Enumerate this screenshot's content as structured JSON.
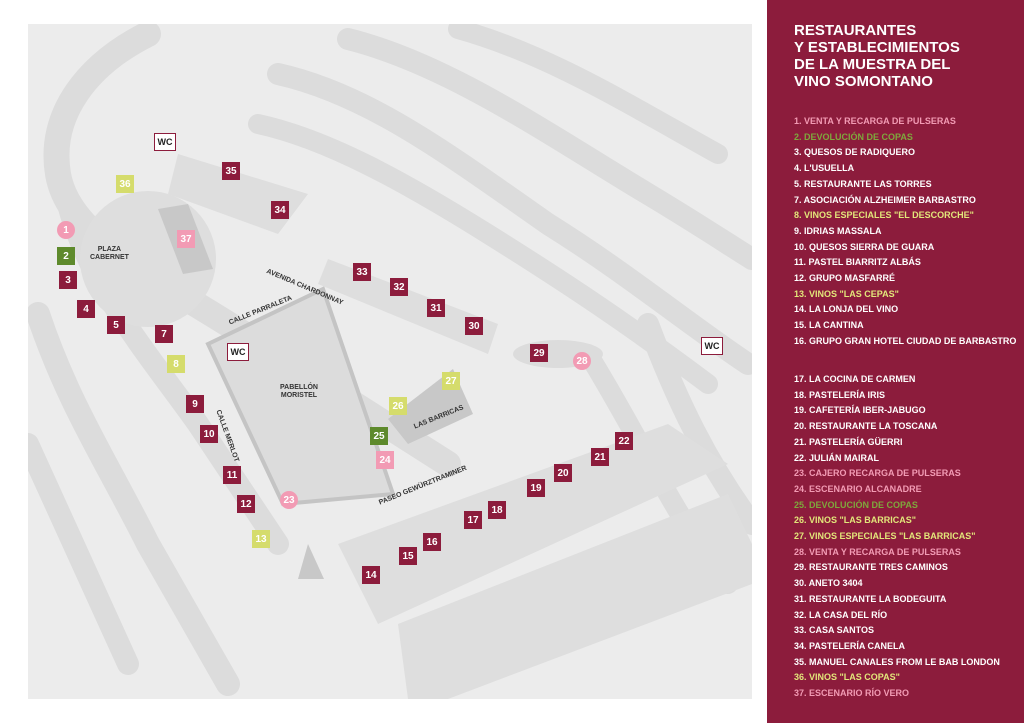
{
  "title_lines": [
    "RESTAURANTES",
    "Y ESTABLECIMIENTOS",
    "DE LA MUESTRA DEL",
    "VINO SOMONTANO"
  ],
  "colors": {
    "panel": "#8c1c3c",
    "red": "#8c1c3c",
    "green": "#5e8a2c",
    "yellow": "#d5dc6c",
    "pink": "#f29bb4"
  },
  "labels": {
    "plaza": "PLAZA\nCABERNET",
    "pabellon": "PABELLÓN\nMORISTEL",
    "avenida": "AVENIDA CHARDONNAY",
    "parraleta": "CALLE PARRALETA",
    "merlot": "CALLE MERLOT",
    "barricas": "LAS BARRICAS",
    "gewurz": "PASEO GEWÜRZTRAMINER",
    "wc": "WC"
  },
  "list_a": [
    {
      "text": "1. VENTA Y RECARGA DE PULSERAS",
      "color": "pink"
    },
    {
      "text": "2. DEVOLUCIÓN DE COPAS",
      "color": "green"
    },
    {
      "text": "3. QUESOS DE RADIQUERO",
      "color": "white"
    },
    {
      "text": "4. L'USUELLA",
      "color": "white"
    },
    {
      "text": "5. RESTAURANTE LAS TORRES",
      "color": "white"
    },
    {
      "text": "7. ASOCIACIÓN ALZHEIMER BARBASTRO",
      "color": "white"
    },
    {
      "text": "8. VINOS ESPECIALES \"EL DESCORCHE\"",
      "color": "yellow"
    },
    {
      "text": "9. IDRIAS MASSALA",
      "color": "white"
    },
    {
      "text": "10. QUESOS SIERRA DE GUARA",
      "color": "white"
    },
    {
      "text": "11. PASTEL BIARRITZ ALBÁS",
      "color": "white"
    },
    {
      "text": "12. GRUPO MASFARRÉ",
      "color": "white"
    },
    {
      "text": "13. VINOS \"LAS CEPAS\"",
      "color": "yellow"
    },
    {
      "text": "14. LA LONJA DEL VINO",
      "color": "white"
    },
    {
      "text": "15. LA CANTINA",
      "color": "white"
    },
    {
      "text": "16. GRUPO GRAN HOTEL CIUDAD DE BARBASTRO",
      "color": "white"
    }
  ],
  "list_b": [
    {
      "text": "17. LA COCINA DE CARMEN",
      "color": "white"
    },
    {
      "text": "18. PASTELERÍA IRIS",
      "color": "white"
    },
    {
      "text": "19. CAFETERÍA IBER-JABUGO",
      "color": "white"
    },
    {
      "text": "20. RESTAURANTE LA TOSCANA",
      "color": "white"
    },
    {
      "text": "21. PASTELERÍA GÜERRI",
      "color": "white"
    },
    {
      "text": "22. JULIÁN MAIRAL",
      "color": "white"
    },
    {
      "text": "23. CAJERO RECARGA DE PULSERAS",
      "color": "pink"
    },
    {
      "text": "24. ESCENARIO ALCANADRE",
      "color": "pink"
    },
    {
      "text": "25. DEVOLUCIÓN DE COPAS",
      "color": "green"
    },
    {
      "text": "26. VINOS \"LAS BARRICAS\"",
      "color": "yellow"
    },
    {
      "text": "27. VINOS ESPECIALES \"LAS BARRICAS\"",
      "color": "yellow"
    },
    {
      "text": "28. VENTA Y RECARGA DE PULSERAS",
      "color": "pink"
    },
    {
      "text": "29. RESTAURANTE TRES CAMINOS",
      "color": "white"
    },
    {
      "text": "30. ANETO 3404",
      "color": "white"
    },
    {
      "text": "31. RESTAURANTE LA BODEGUITA",
      "color": "white"
    },
    {
      "text": "32. LA CASA DEL RÍO",
      "color": "white"
    },
    {
      "text": "33. CASA SANTOS",
      "color": "white"
    },
    {
      "text": "34. PASTELERÍA CANELA",
      "color": "white"
    },
    {
      "text": "35. MANUEL CANALES FROM LE BAB LONDON",
      "color": "white"
    },
    {
      "text": "36. VINOS \"LAS COPAS\"",
      "color": "yellow"
    },
    {
      "text": "37. ESCENARIO RÍO VERO",
      "color": "pink"
    }
  ],
  "markers": [
    {
      "n": "1",
      "type": "pink"
    },
    {
      "n": "2",
      "type": "green"
    },
    {
      "n": "3",
      "type": "red"
    },
    {
      "n": "4",
      "type": "red"
    },
    {
      "n": "5",
      "type": "red"
    },
    {
      "n": "7",
      "type": "red"
    },
    {
      "n": "8",
      "type": "yellow"
    },
    {
      "n": "9",
      "type": "red"
    },
    {
      "n": "10",
      "type": "red"
    },
    {
      "n": "11",
      "type": "red"
    },
    {
      "n": "12",
      "type": "red"
    },
    {
      "n": "13",
      "type": "yellow"
    },
    {
      "n": "14",
      "type": "red"
    },
    {
      "n": "15",
      "type": "red"
    },
    {
      "n": "16",
      "type": "red"
    },
    {
      "n": "17",
      "type": "red"
    },
    {
      "n": "18",
      "type": "red"
    },
    {
      "n": "19",
      "type": "red"
    },
    {
      "n": "20",
      "type": "red"
    },
    {
      "n": "21",
      "type": "red"
    },
    {
      "n": "22",
      "type": "red"
    },
    {
      "n": "23",
      "type": "pink"
    },
    {
      "n": "24",
      "type": "pink-square"
    },
    {
      "n": "25",
      "type": "green"
    },
    {
      "n": "26",
      "type": "yellow"
    },
    {
      "n": "27",
      "type": "yellow"
    },
    {
      "n": "28",
      "type": "pink"
    },
    {
      "n": "29",
      "type": "red"
    },
    {
      "n": "30",
      "type": "red"
    },
    {
      "n": "31",
      "type": "red"
    },
    {
      "n": "32",
      "type": "red"
    },
    {
      "n": "33",
      "type": "red"
    },
    {
      "n": "34",
      "type": "red"
    },
    {
      "n": "35",
      "type": "red"
    },
    {
      "n": "36",
      "type": "yellow"
    },
    {
      "n": "37",
      "type": "pink-square"
    }
  ]
}
